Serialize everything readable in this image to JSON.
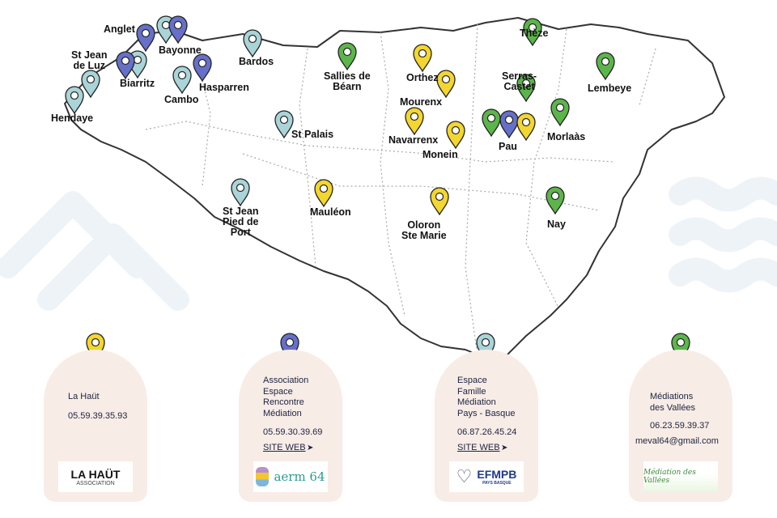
{
  "colors": {
    "yellow": "#f3d62f",
    "blue": "#6670c8",
    "teal": "#a9d4d8",
    "green": "#5cb54a",
    "card": "#f8ece6"
  },
  "map_labels": {
    "anglet": "Anglet",
    "bayonne": "Bayonne",
    "st_jean_de_luz": "St Jean\nde Luz",
    "biarritz": "Biarritz",
    "hendaye": "Hendaye",
    "cambo": "Cambo",
    "hasparren": "Hasparren",
    "bardos": "Bardos",
    "sallies": "Sallies de\nBéarn",
    "st_palais": "St Palais",
    "st_jean_pied": "St Jean\nPied de\nPort",
    "mauleon": "Mauléon",
    "orthez": "Orthez",
    "mourenx": "Mourenx",
    "navarrenx": "Navarrenx",
    "monein": "Monein",
    "oloron": "Oloron\nSte Marie",
    "serras": "Serras-\nCastet",
    "theze": "Thèze",
    "lembeye": "Lembeye",
    "morlaas": "Morlaàs",
    "pau": "Pau",
    "nay": "Nay"
  },
  "cards": [
    {
      "name": "La Haüt",
      "phone": "05.59.39.35.93",
      "logo": "LA HAÜT",
      "logo_sub": "ASSOCIATION",
      "pin": "yellow"
    },
    {
      "name": "Association\nEspace\nRencontre\nMédiation",
      "phone": "05.59.30.39.69",
      "link": "SITE WEB",
      "logo": "aerm 64",
      "pin": "blue"
    },
    {
      "name": "Espace\nFamille\nMédiation\nPays - Basque",
      "phone": "06.87.26.45.24",
      "link": "SITE WEB",
      "logo": "EFMPB",
      "logo_sub": "PAYS BASQUE",
      "pin": "teal"
    },
    {
      "name": "Médiations\ndes Vallées",
      "phone": "06.23.59.39.37",
      "email": "meval64@gmail.com",
      "logo": "Médiation des Vallées",
      "pin": "green"
    }
  ]
}
